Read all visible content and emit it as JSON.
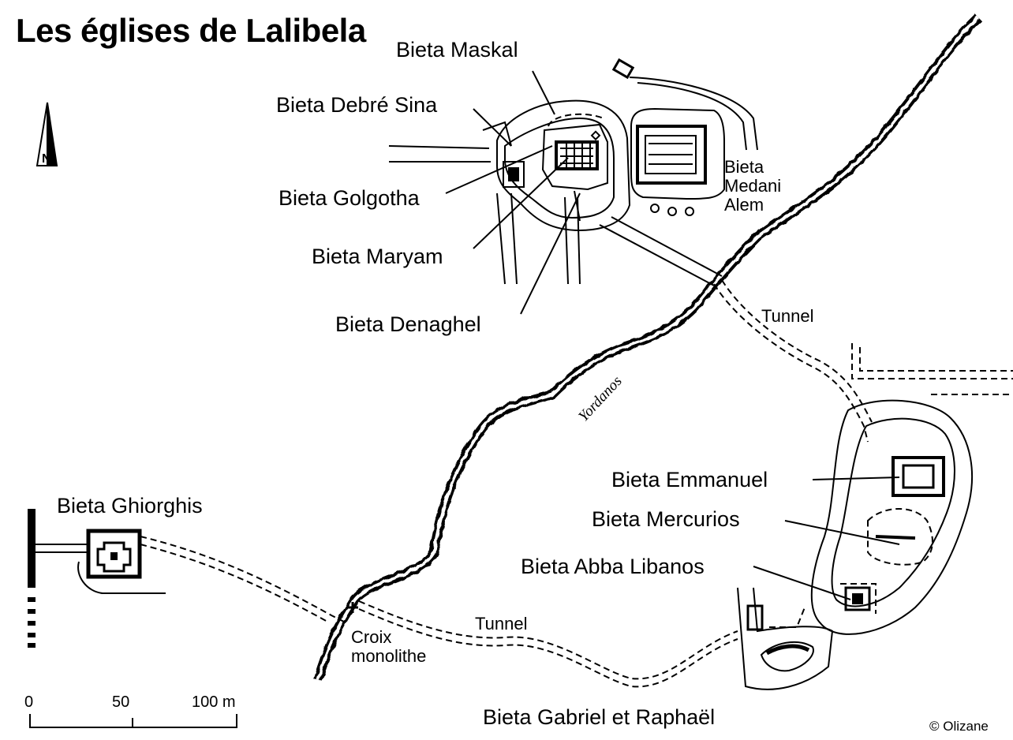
{
  "map": {
    "title": "Les églises de Lalibela",
    "north_label": "N",
    "copyright": "© Olizane",
    "river_label": "Yordanos",
    "scale": {
      "ticks": [
        "0",
        "50",
        "100 m"
      ]
    },
    "north_group": {
      "maskal": "Bieta Maskal",
      "debre_sina": "Bieta Debré Sina",
      "golgotha": "Bieta Golgotha",
      "maryam": "Bieta Maryam",
      "denaghel": "Bieta Denaghel",
      "medani_alem": [
        "Bieta",
        "Medani",
        "Alem"
      ]
    },
    "east_group": {
      "emmanuel": "Bieta Emmanuel",
      "mercurios": "Bieta Mercurios",
      "abba_libanos": "Bieta Abba Libanos",
      "gabriel_raphael": "Bieta Gabriel et Raphaël"
    },
    "west_group": {
      "ghiorghis": "Bieta Ghiorghis"
    },
    "features": {
      "tunnel_north": "Tunnel",
      "tunnel_south": "Tunnel",
      "croix": [
        "Croix",
        "monolithe"
      ]
    }
  }
}
